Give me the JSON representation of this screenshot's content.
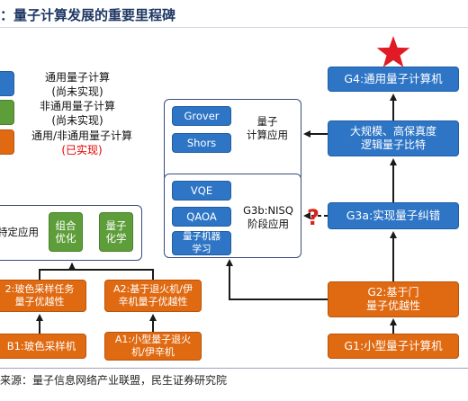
{
  "title": "：量子计算发展的重要里程碑",
  "source": "来源：量子信息网络产业联盟，民生证券研究院",
  "colors": {
    "blue": "#2e75c6",
    "green": "#5e9e3a",
    "orange": "#e06a12",
    "star": "#e01b24",
    "question": "#d9231f",
    "arrow": "#1a1a1a"
  },
  "legend": [
    {
      "line1": "通用量子计算",
      "line2": "(尚未实现)"
    },
    {
      "line1": "非通用量子计算",
      "line2": "(尚未实现)"
    },
    {
      "line1": "通用/非通用量子计算",
      "line2": "(已实现)"
    }
  ],
  "nodes": {
    "g4": "G4:通用量子计算机",
    "large_scale_l1": "大规模、高保真度",
    "large_scale_l2": "逻辑量子比特",
    "g3a": "G3a:实现量子纠错",
    "g2_l1": "G2:基于门",
    "g2_l2": "量子优越性",
    "g1": "G1:小型量子计算机",
    "grover": "Grover",
    "shors": "Shors",
    "qc_app_l1": "量子",
    "qc_app_l2": "计算应用",
    "vqe": "VQE",
    "qaoa": "QAOA",
    "qml_l1": "量子机器",
    "qml_l2": "学习",
    "g3b_l1": "G3b:NISQ",
    "g3b_l2": "阶段应用",
    "specific_app": "特定应用",
    "comb_l1": "组合",
    "comb_l2": "优化",
    "chem_l1": "量子",
    "chem_l2": "化学",
    "a2_l1": "A2:基于退火机/伊",
    "a2_l2": "辛机量子优越性",
    "a1_l1": "A1:小型量子退火",
    "a1_l2": "机/伊辛机",
    "b2_l1": "2:玻色采样任务",
    "b2_l2": "量子优越性",
    "b1": "B1:玻色采样机"
  }
}
